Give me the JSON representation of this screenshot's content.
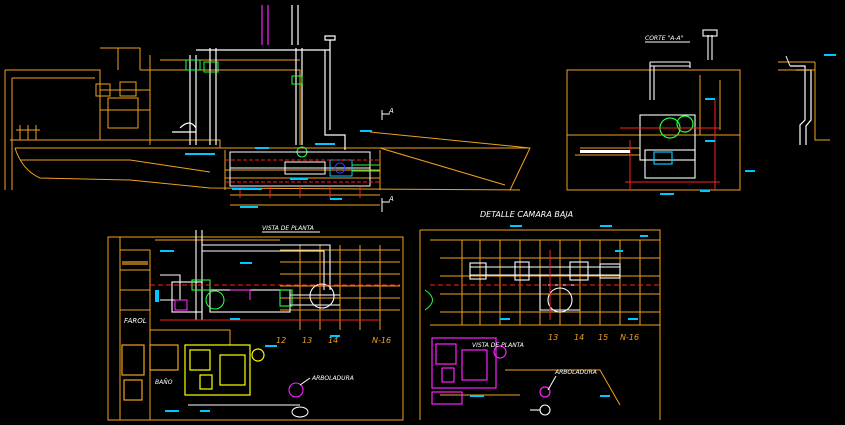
{
  "labels": {
    "corte_aa": "CORTE \"A-A\"",
    "section_a_top": "A",
    "section_a_bottom": "A",
    "vista_planta_1": "VISTA DE PLANTA",
    "vista_planta_2": "VISTA DE PLANTA",
    "detalle": "DETALLE CAMARA BAJA",
    "farol": "FAROL",
    "bano": "BAÑO",
    "arboladura_1": "ARBOLADURA",
    "arboladura_2": "ARBOLADURA"
  },
  "frame_numbers_1": [
    "12",
    "13",
    "14",
    "N-16"
  ],
  "frame_numbers_2": [
    "13",
    "14",
    "15",
    "N-16"
  ],
  "colors": {
    "background": "#000000",
    "orange": "#f0a020",
    "cyan": "#00c8ff",
    "white": "#ffffff",
    "red": "#ff2020",
    "green": "#20ff40",
    "magenta": "#ff20ff",
    "yellow": "#ffff00"
  }
}
